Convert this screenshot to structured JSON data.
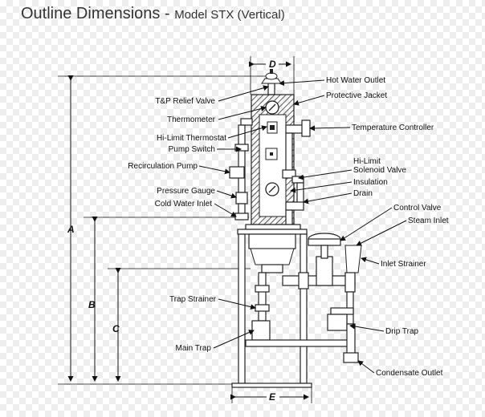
{
  "title": {
    "main": "Outline Dimensions - ",
    "model": "Model STX (Vertical)"
  },
  "dimensions": {
    "A": "A",
    "B": "B",
    "C": "C",
    "D": "D",
    "E": "E"
  },
  "labels": {
    "tp_relief_valve": "T&P Relief Valve",
    "thermometer": "Thermometer",
    "hi_limit_thermostat": "Hi-Limit Thermostat",
    "pump_switch": "Pump Switch",
    "recirculation_pump": "Recirculation Pump",
    "pressure_gauge": "Pressure Gauge",
    "cold_water_inlet": "Cold Water Inlet",
    "trap_strainer": "Trap Strainer",
    "main_trap": "Main Trap",
    "hot_water_outlet": "Hot Water Outlet",
    "protective_jacket": "Protective Jacket",
    "temperature_controller": "Temperature Controller",
    "hi_limit_solenoid_1": "Hi-Limit",
    "hi_limit_solenoid_2": "Solenoid Valve",
    "insulation": "Insulation",
    "drain": "Drain",
    "control_valve": "Control Valve",
    "steam_inlet": "Steam Inlet",
    "inlet_strainer": "Inlet Strainer",
    "drip_trap": "Drip Trap",
    "condensate_outlet": "Condensate Outlet"
  }
}
